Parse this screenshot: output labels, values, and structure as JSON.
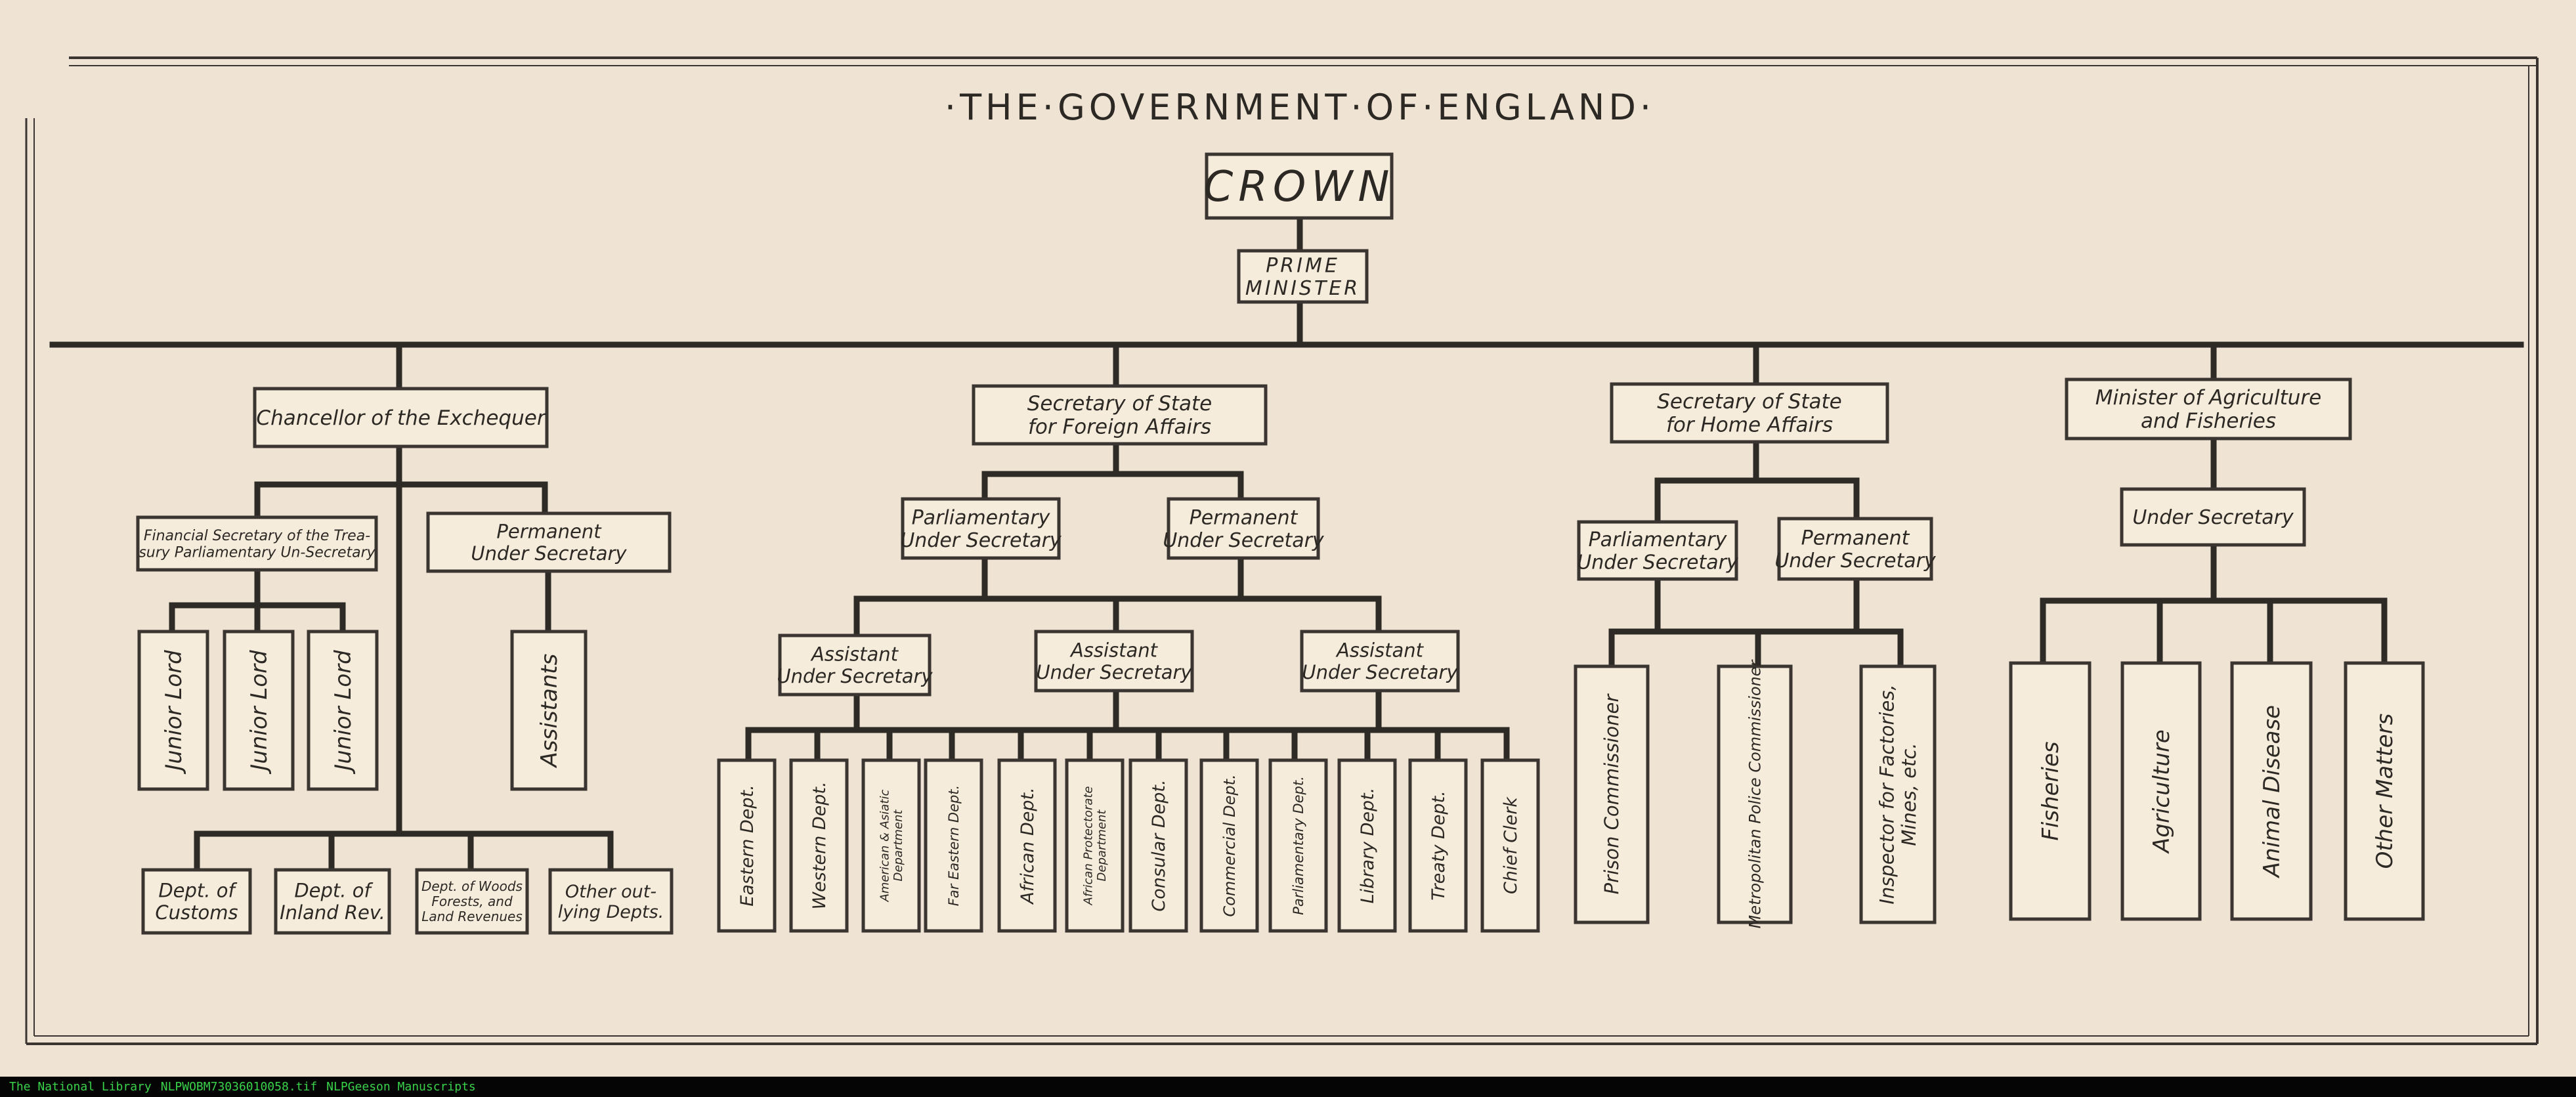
{
  "title": "·THE·GOVERNMENT·OF·ENGLAND·",
  "crown": "CROWN",
  "prime_minister": [
    "PRIME",
    "MINISTER"
  ],
  "exchequer": {
    "head": "Chancellor of the Exchequer",
    "financial_secretary": [
      "Financial Secretary of the Trea-",
      "sury Parliamentary Un-Secretary"
    ],
    "permanent": [
      "Permanent",
      "Under Secretary"
    ],
    "junior_lords": [
      "Junior Lord",
      "Junior Lord",
      "Junior Lord"
    ],
    "assistants": "Assistants",
    "depts": [
      [
        "Dept. of",
        "Customs"
      ],
      [
        "Dept. of",
        "Inland Rev."
      ],
      [
        "Dept. of Woods",
        "Forests, and",
        "Land Revenues"
      ],
      [
        "Other out-",
        "lying Depts."
      ]
    ]
  },
  "foreign": {
    "head": [
      "Secretary of State",
      "for Foreign Affairs"
    ],
    "parliamentary": [
      "Parliamentary",
      "Under Secretary"
    ],
    "permanent": [
      "Permanent",
      "Under Secretary"
    ],
    "assistants": [
      [
        "Assistant",
        "Under Secretary"
      ],
      [
        "Assistant",
        "Under Secretary"
      ],
      [
        "Assistant",
        "Under Secretary"
      ]
    ],
    "depts": [
      [
        "Eastern Dept."
      ],
      [
        "Western Dept."
      ],
      [
        "American & Asiatic",
        "Department"
      ],
      [
        "Far Eastern Dept."
      ],
      [
        "African Dept."
      ],
      [
        "African Protectorate",
        "Department"
      ],
      [
        "Consular Dept."
      ],
      [
        "Commercial Dept."
      ],
      [
        "Parliamentary Dept."
      ],
      [
        "Library Dept."
      ],
      [
        "Treaty Dept."
      ],
      [
        "Chief Clerk"
      ]
    ]
  },
  "home": {
    "head": [
      "Secretary of State",
      "for Home Affairs"
    ],
    "parliamentary": [
      "Parliamentary",
      "Under Secretary"
    ],
    "permanent": [
      "Permanent",
      "Under Secretary"
    ],
    "depts": [
      [
        "Prison Commissioner"
      ],
      [
        "Metropolitan Police Commissioner"
      ],
      [
        "Inspector for Factories,",
        "Mines, etc."
      ]
    ]
  },
  "agriculture": {
    "head": [
      "Minister of Agriculture",
      "and Fisheries"
    ],
    "under": "Under Secretary",
    "depts": [
      [
        "Fisheries"
      ],
      [
        "Agriculture"
      ],
      [
        "Animal Disease"
      ],
      [
        "Other Matters"
      ]
    ]
  },
  "footer": {
    "library": "The National Library",
    "file": "NLPWOBM73036010058.tif",
    "collection": "NLPGeeson Manuscripts"
  }
}
